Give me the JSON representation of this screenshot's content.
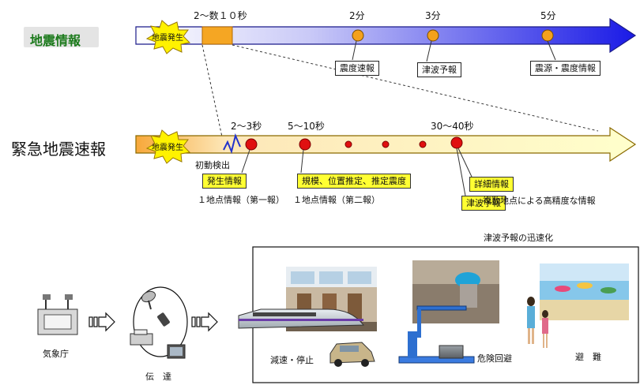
{
  "top": {
    "row_title": "地震情報",
    "start_label": "地震発生",
    "time_labels": {
      "t1": "2～数１０秒",
      "t2": "2分",
      "t3": "3分",
      "t4": "5分"
    },
    "callouts": {
      "c1": "震度速報",
      "c2": "津波予報",
      "c3": "震源・震度情報"
    }
  },
  "middle": {
    "row_title": "緊急地震速報",
    "start_label": "地震発生",
    "time_labels": {
      "t1": "2～3秒",
      "t2": "5～10秒",
      "t3": "30～40秒"
    },
    "initial_motion": "初動検出",
    "callouts": {
      "occurrence": "発生情報",
      "scale": "規模、位置推定、推定震度",
      "detail": "詳細情報",
      "tsunami": "津波予報"
    },
    "notes": {
      "first": "１地点情報（第一報）",
      "second": "１地点情報（第二報）",
      "multi": "複数地点による高精度な情報",
      "tsunami_speed": "津波予報の迅速化"
    }
  },
  "bottom": {
    "agency": "気象庁",
    "transmit": "伝　達",
    "train": "減速・停止",
    "crane": "危険回避",
    "evacuate": "避　難"
  },
  "colors": {
    "top_arrow_start": "#ffffff",
    "top_arrow_end": "#1a1ae6",
    "mid_arrow_start": "#f7a83a",
    "mid_arrow_end": "#ffffcc",
    "event_dot": "#e01010",
    "milestone_dot": "#f4a11c",
    "callout_yellow": "#ffff33",
    "burst_yellow": "#fff200"
  },
  "icons": [
    "explosion-burst-icon",
    "seismograph-icon",
    "building-icon",
    "satellite-dish-icon",
    "fax-icon",
    "tv-icon",
    "train-icon",
    "car-icon",
    "crane-icon",
    "beach-icon"
  ]
}
